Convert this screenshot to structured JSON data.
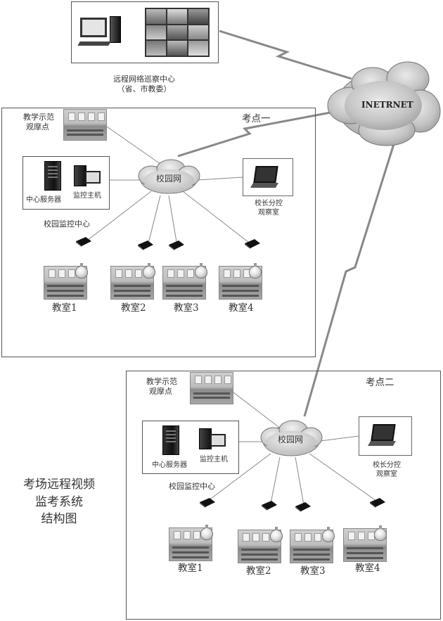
{
  "top": {
    "center_label": "远程网络巡察中心",
    "center_sub": "（省、市教委）"
  },
  "internet": {
    "label": "INETRNET"
  },
  "site1": {
    "title": "考点一",
    "demo_label_1": "教学示范",
    "demo_label_2": "观摩点",
    "campus_net": "校园网",
    "server_label": "中心服务器",
    "host_label": "监控主机",
    "monitor_center": "校园监控中心",
    "principal_1": "校长分控",
    "principal_2": "观察室",
    "classrooms": [
      "教室1",
      "教室2",
      "教室3",
      "教室4"
    ]
  },
  "site2": {
    "title": "考点二",
    "demo_label_1": "教学示范",
    "demo_label_2": "观摩点",
    "campus_net": "校园网",
    "server_label": "中心服务器",
    "host_label": "监控主机",
    "monitor_center": "校园监控中心",
    "principal_1": "校长分控",
    "principal_2": "观察室",
    "classrooms": [
      "教室1",
      "教室2",
      "教室3",
      "教室4"
    ]
  },
  "caption": {
    "line1": "考场远程视频",
    "line2": "监考系统",
    "line3": "结构图"
  }
}
